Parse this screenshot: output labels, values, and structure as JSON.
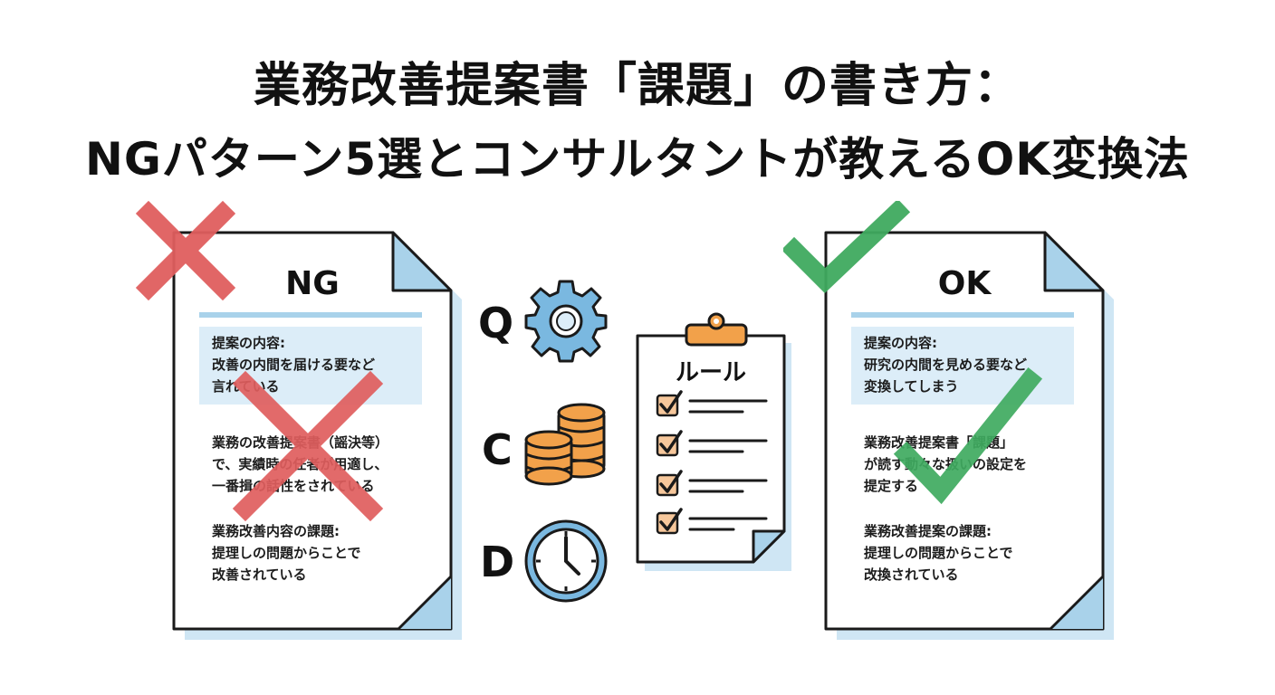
{
  "title": {
    "line1": "業務改善提案書「課題」の書き方：",
    "line2": "NGパターン5選とコンサルタントが教えるOK変換法"
  },
  "ng_doc": {
    "heading": "NG",
    "sections": [
      [
        "提案の内容:",
        "改善の内間を届ける要など",
        "言れている"
      ],
      [
        "業務の改善提案書（謡決等）",
        "で、実績時の任者が用適し、",
        "一番揖の話性をされている"
      ],
      [
        "業務改善内容の課題:",
        "提理しの問題からことで",
        "改善されている"
      ]
    ]
  },
  "ok_doc": {
    "heading": "OK",
    "sections": [
      [
        "提案の内容:",
        "研究の内間を見める要など",
        "変換してしまう"
      ],
      [
        "業務改善提案書「課題」",
        "が読す動々な扱いの設定を",
        "提定する"
      ],
      [
        "業務改善提案の課題:",
        "提理しの問題からことで",
        "改換されている"
      ]
    ]
  },
  "qcd": {
    "q": "Q",
    "c": "C",
    "d": "D"
  },
  "rules": {
    "label": "ルール",
    "checklist_count": 4
  },
  "colors": {
    "ng_red": "#e05e5e",
    "ok_green": "#3faa5f",
    "paper_blue": "#a9d2ea",
    "highlight_blue": "#dcedf8",
    "coin_orange": "#f2a14a",
    "gear_blue": "#7ab8e0"
  },
  "icons": {
    "ng_cross": "cross-mark-icon",
    "ok_check": "check-mark-icon",
    "quality": "gear-icon",
    "cost": "coin-stack-icon",
    "delivery": "clock-icon",
    "rules": "clipboard-checklist-icon"
  }
}
